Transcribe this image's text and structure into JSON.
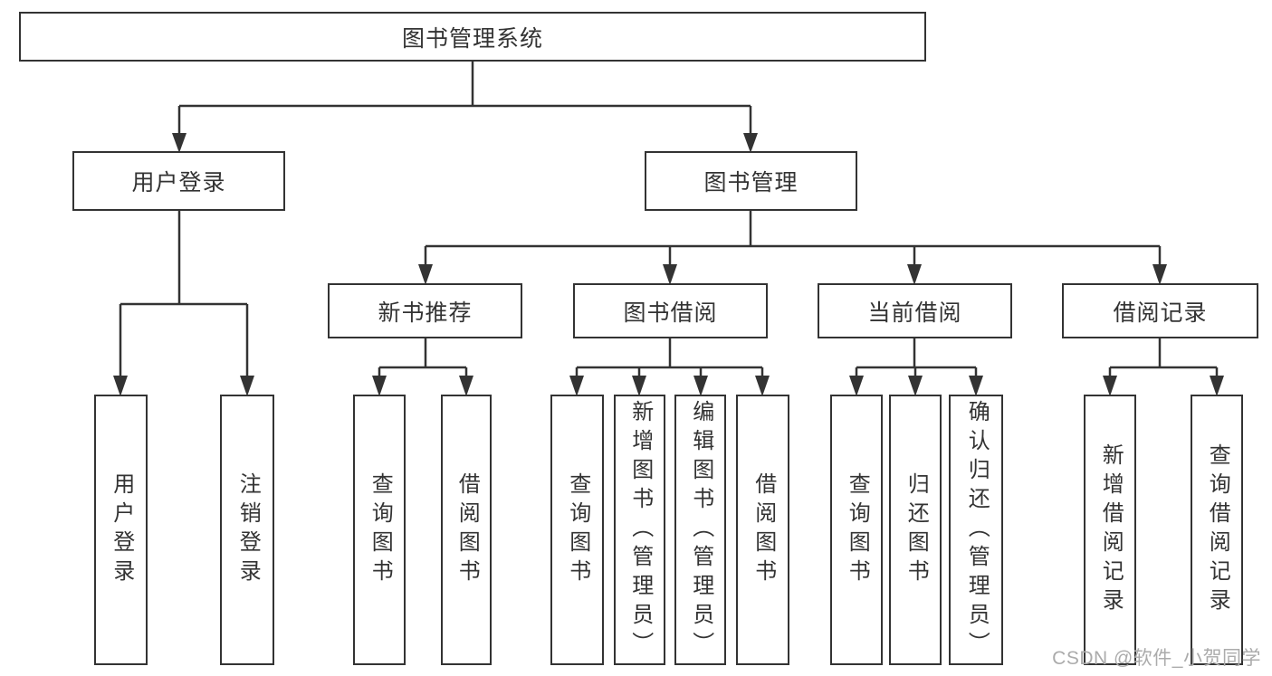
{
  "nodes": {
    "root": {
      "label": "图书管理系统"
    },
    "user_login": {
      "label": "用户登录"
    },
    "book_management": {
      "label": "图书管理"
    },
    "new_book_recommend": {
      "label": "新书推荐"
    },
    "book_borrow": {
      "label": "图书借阅"
    },
    "current_borrow": {
      "label": "当前借阅"
    },
    "borrow_records": {
      "label": "借阅记录"
    },
    "leaf_user_login": {
      "label": "用户登录"
    },
    "leaf_logout": {
      "label": "注销登录"
    },
    "leaf_query_books_rec": {
      "label": "查询图书"
    },
    "leaf_borrow_books_rec": {
      "label": "借阅图书"
    },
    "leaf_query_books_borrow": {
      "label": "查询图书"
    },
    "leaf_add_book_admin": {
      "label": "新增图书（管理员）"
    },
    "leaf_edit_book_admin": {
      "label": "编辑图书（管理员）"
    },
    "leaf_borrow_books_borrow": {
      "label": "借阅图书"
    },
    "leaf_query_books_current": {
      "label": "查询图书"
    },
    "leaf_return_books": {
      "label": "归还图书"
    },
    "leaf_confirm_return_admin": {
      "label": "确认归还（管理员）"
    },
    "leaf_add_borrow_record": {
      "label": "新增借阅记录"
    },
    "leaf_query_borrow_record": {
      "label": "查询借阅记录"
    }
  },
  "hierarchy": {
    "图书管理系统": [
      "用户登录",
      "图书管理"
    ],
    "用户登录": [
      "用户登录",
      "注销登录"
    ],
    "图书管理": [
      "新书推荐",
      "图书借阅",
      "当前借阅",
      "借阅记录"
    ],
    "新书推荐": [
      "查询图书",
      "借阅图书"
    ],
    "图书借阅": [
      "查询图书",
      "新增图书（管理员）",
      "编辑图书（管理员）",
      "借阅图书"
    ],
    "当前借阅": [
      "查询图书",
      "归还图书",
      "确认归还（管理员）"
    ],
    "借阅记录": [
      "新增借阅记录",
      "查询借阅记录"
    ]
  },
  "colors": {
    "line": "#333333",
    "box_border": "#333333",
    "text": "#333333",
    "watermark": "#ababab",
    "background": "#ffffff"
  },
  "watermark": {
    "text": "CSDN @软件_小贺同学"
  }
}
